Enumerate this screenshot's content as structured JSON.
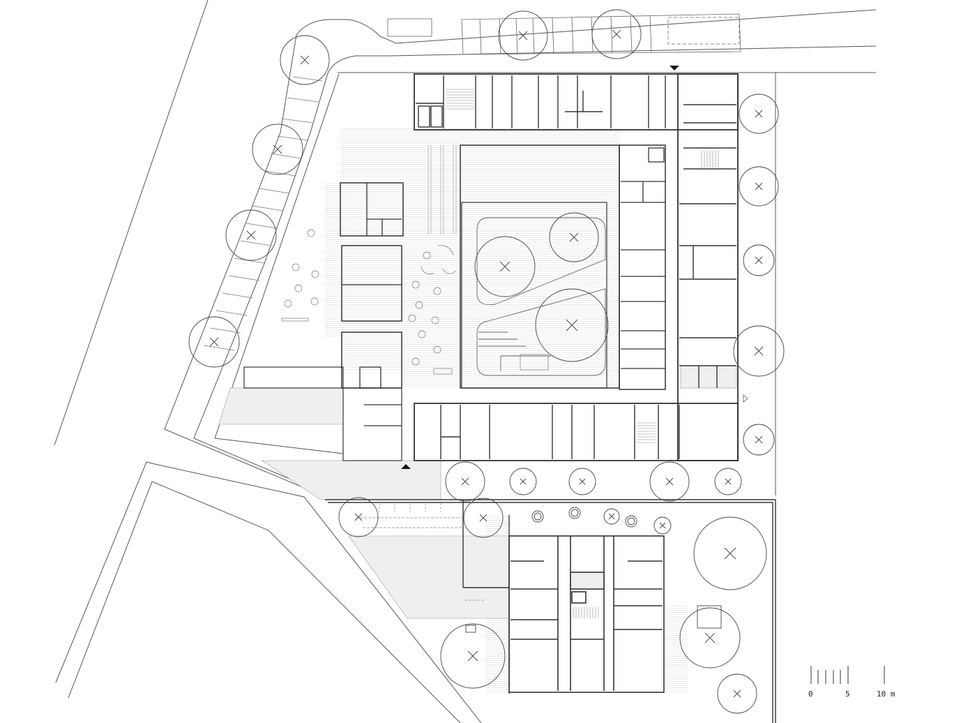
{
  "scale_bar": {
    "labels": [
      "0",
      "5",
      "10 m"
    ]
  },
  "colors": {
    "line": "#333333",
    "thin_line": "#777777",
    "hatch": "#d9d9d9",
    "shaded_fill": "#eeeeee",
    "tree_stroke": "#444444"
  }
}
